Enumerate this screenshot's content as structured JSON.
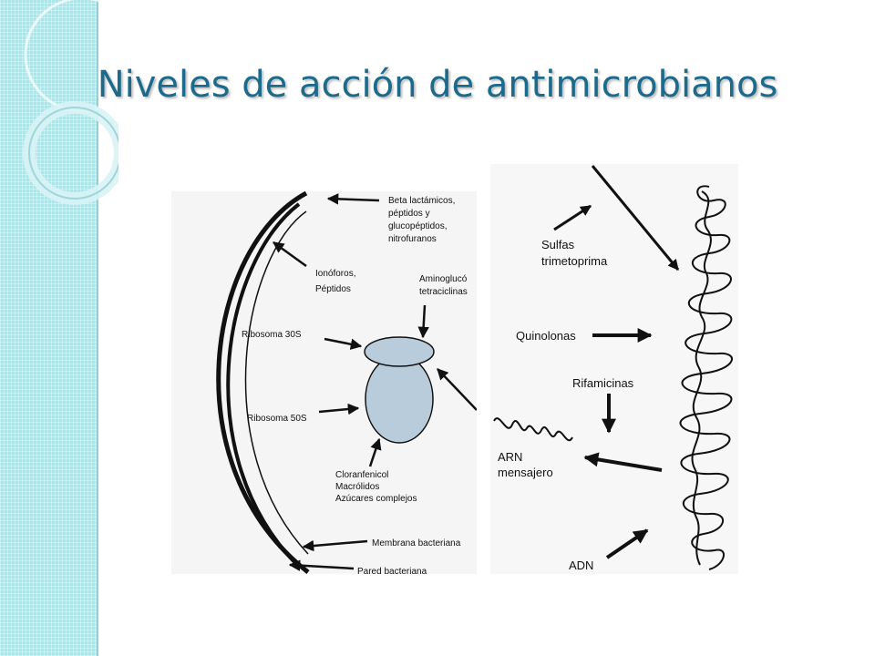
{
  "title": "Niveles de acción de antimicrobianos",
  "left_diagram": {
    "labels": {
      "beta1": "Beta lactámicos,",
      "beta2": "péptidos y",
      "beta3": "glucopéptidos,",
      "beta4": "nitrofuranos",
      "iono1": "Ionóforos,",
      "iono2": "Péptidos",
      "amino1": "Aminoglucó",
      "amino2": "tetraciclinas",
      "rib30": "Ribosoma 30S",
      "rib50": "Ribosoma 50S",
      "clor1": "Cloranfenicol",
      "clor2": "Macrólidos",
      "clor3": "Azúcares complejos",
      "membrana": "Membrana bacteriana",
      "pared": "Pared bacteriana"
    }
  },
  "right_diagram": {
    "labels": {
      "sulf1": "Sulfas",
      "sulf2": "trimetoprima",
      "quino": "Quinolonas",
      "rifa": "Rifamicinas",
      "arn1": "ARN",
      "arn2": "mensajero",
      "adn": "ADN"
    }
  },
  "colors": {
    "title": "#1c6a8c",
    "band": "#a8e6ea",
    "ribosome": "#b9ccdc"
  }
}
